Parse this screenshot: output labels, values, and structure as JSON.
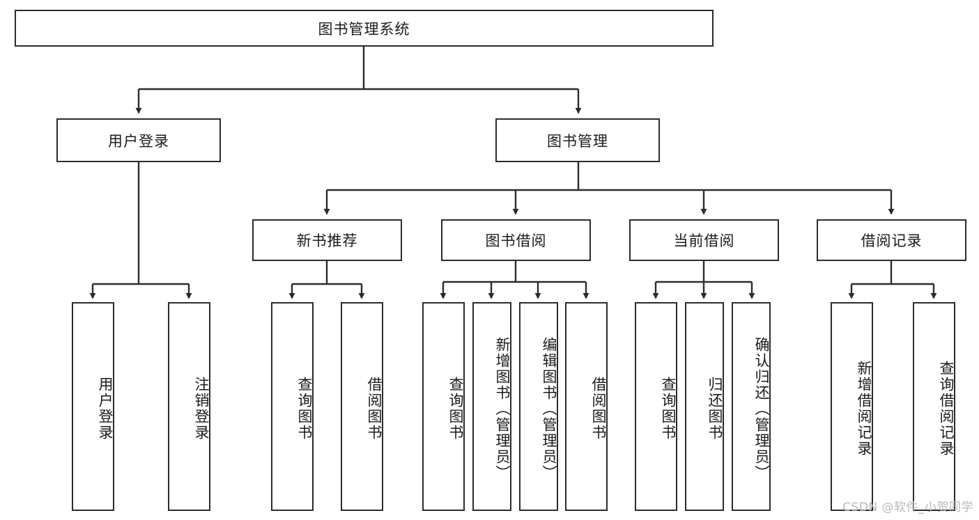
{
  "diagram": {
    "type": "tree",
    "title": "图书管理系统",
    "watermark": "CSDN @软件_小贺同学",
    "colors": {
      "stroke": "#2b2b2b",
      "fill": "#ffffff",
      "text": "#1a1a1a",
      "watermark": "#b9b9b9"
    },
    "levels": {
      "root": {
        "label": "图书管理系统"
      },
      "level2": [
        {
          "label": "用户登录"
        },
        {
          "label": "图书管理"
        }
      ],
      "level3": [
        {
          "label": "新书推荐"
        },
        {
          "label": "图书借阅"
        },
        {
          "label": "当前借阅"
        },
        {
          "label": "借阅记录"
        }
      ],
      "leaves": [
        {
          "label": "用户登录"
        },
        {
          "label": "注销登录"
        },
        {
          "label": "查询图书"
        },
        {
          "label": "借阅图书"
        },
        {
          "label": "查询图书"
        },
        {
          "label": "新增图书（管理员）"
        },
        {
          "label": "编辑图书（管理员）"
        },
        {
          "label": "借阅图书"
        },
        {
          "label": "查询图书"
        },
        {
          "label": "归还图书"
        },
        {
          "label": "确认归还（管理员）"
        },
        {
          "label": "新增借阅记录"
        },
        {
          "label": "查询借阅记录"
        }
      ]
    },
    "edges": [
      {
        "from": "图书管理系统",
        "to": "用户登录"
      },
      {
        "from": "图书管理系统",
        "to": "图书管理"
      },
      {
        "from": "用户登录",
        "to": "用户登录"
      },
      {
        "from": "用户登录",
        "to": "注销登录"
      },
      {
        "from": "图书管理",
        "to": "新书推荐"
      },
      {
        "from": "图书管理",
        "to": "图书借阅"
      },
      {
        "from": "图书管理",
        "to": "当前借阅"
      },
      {
        "from": "图书管理",
        "to": "借阅记录"
      },
      {
        "from": "新书推荐",
        "to": "查询图书"
      },
      {
        "from": "新书推荐",
        "to": "借阅图书"
      },
      {
        "from": "图书借阅",
        "to": "查询图书"
      },
      {
        "from": "图书借阅",
        "to": "新增图书（管理员）"
      },
      {
        "from": "图书借阅",
        "to": "编辑图书（管理员）"
      },
      {
        "from": "图书借阅",
        "to": "借阅图书"
      },
      {
        "from": "当前借阅",
        "to": "查询图书"
      },
      {
        "from": "当前借阅",
        "to": "归还图书"
      },
      {
        "from": "当前借阅",
        "to": "确认归还（管理员）"
      },
      {
        "from": "借阅记录",
        "to": "新增借阅记录"
      },
      {
        "from": "借阅记录",
        "to": "查询借阅记录"
      }
    ]
  }
}
